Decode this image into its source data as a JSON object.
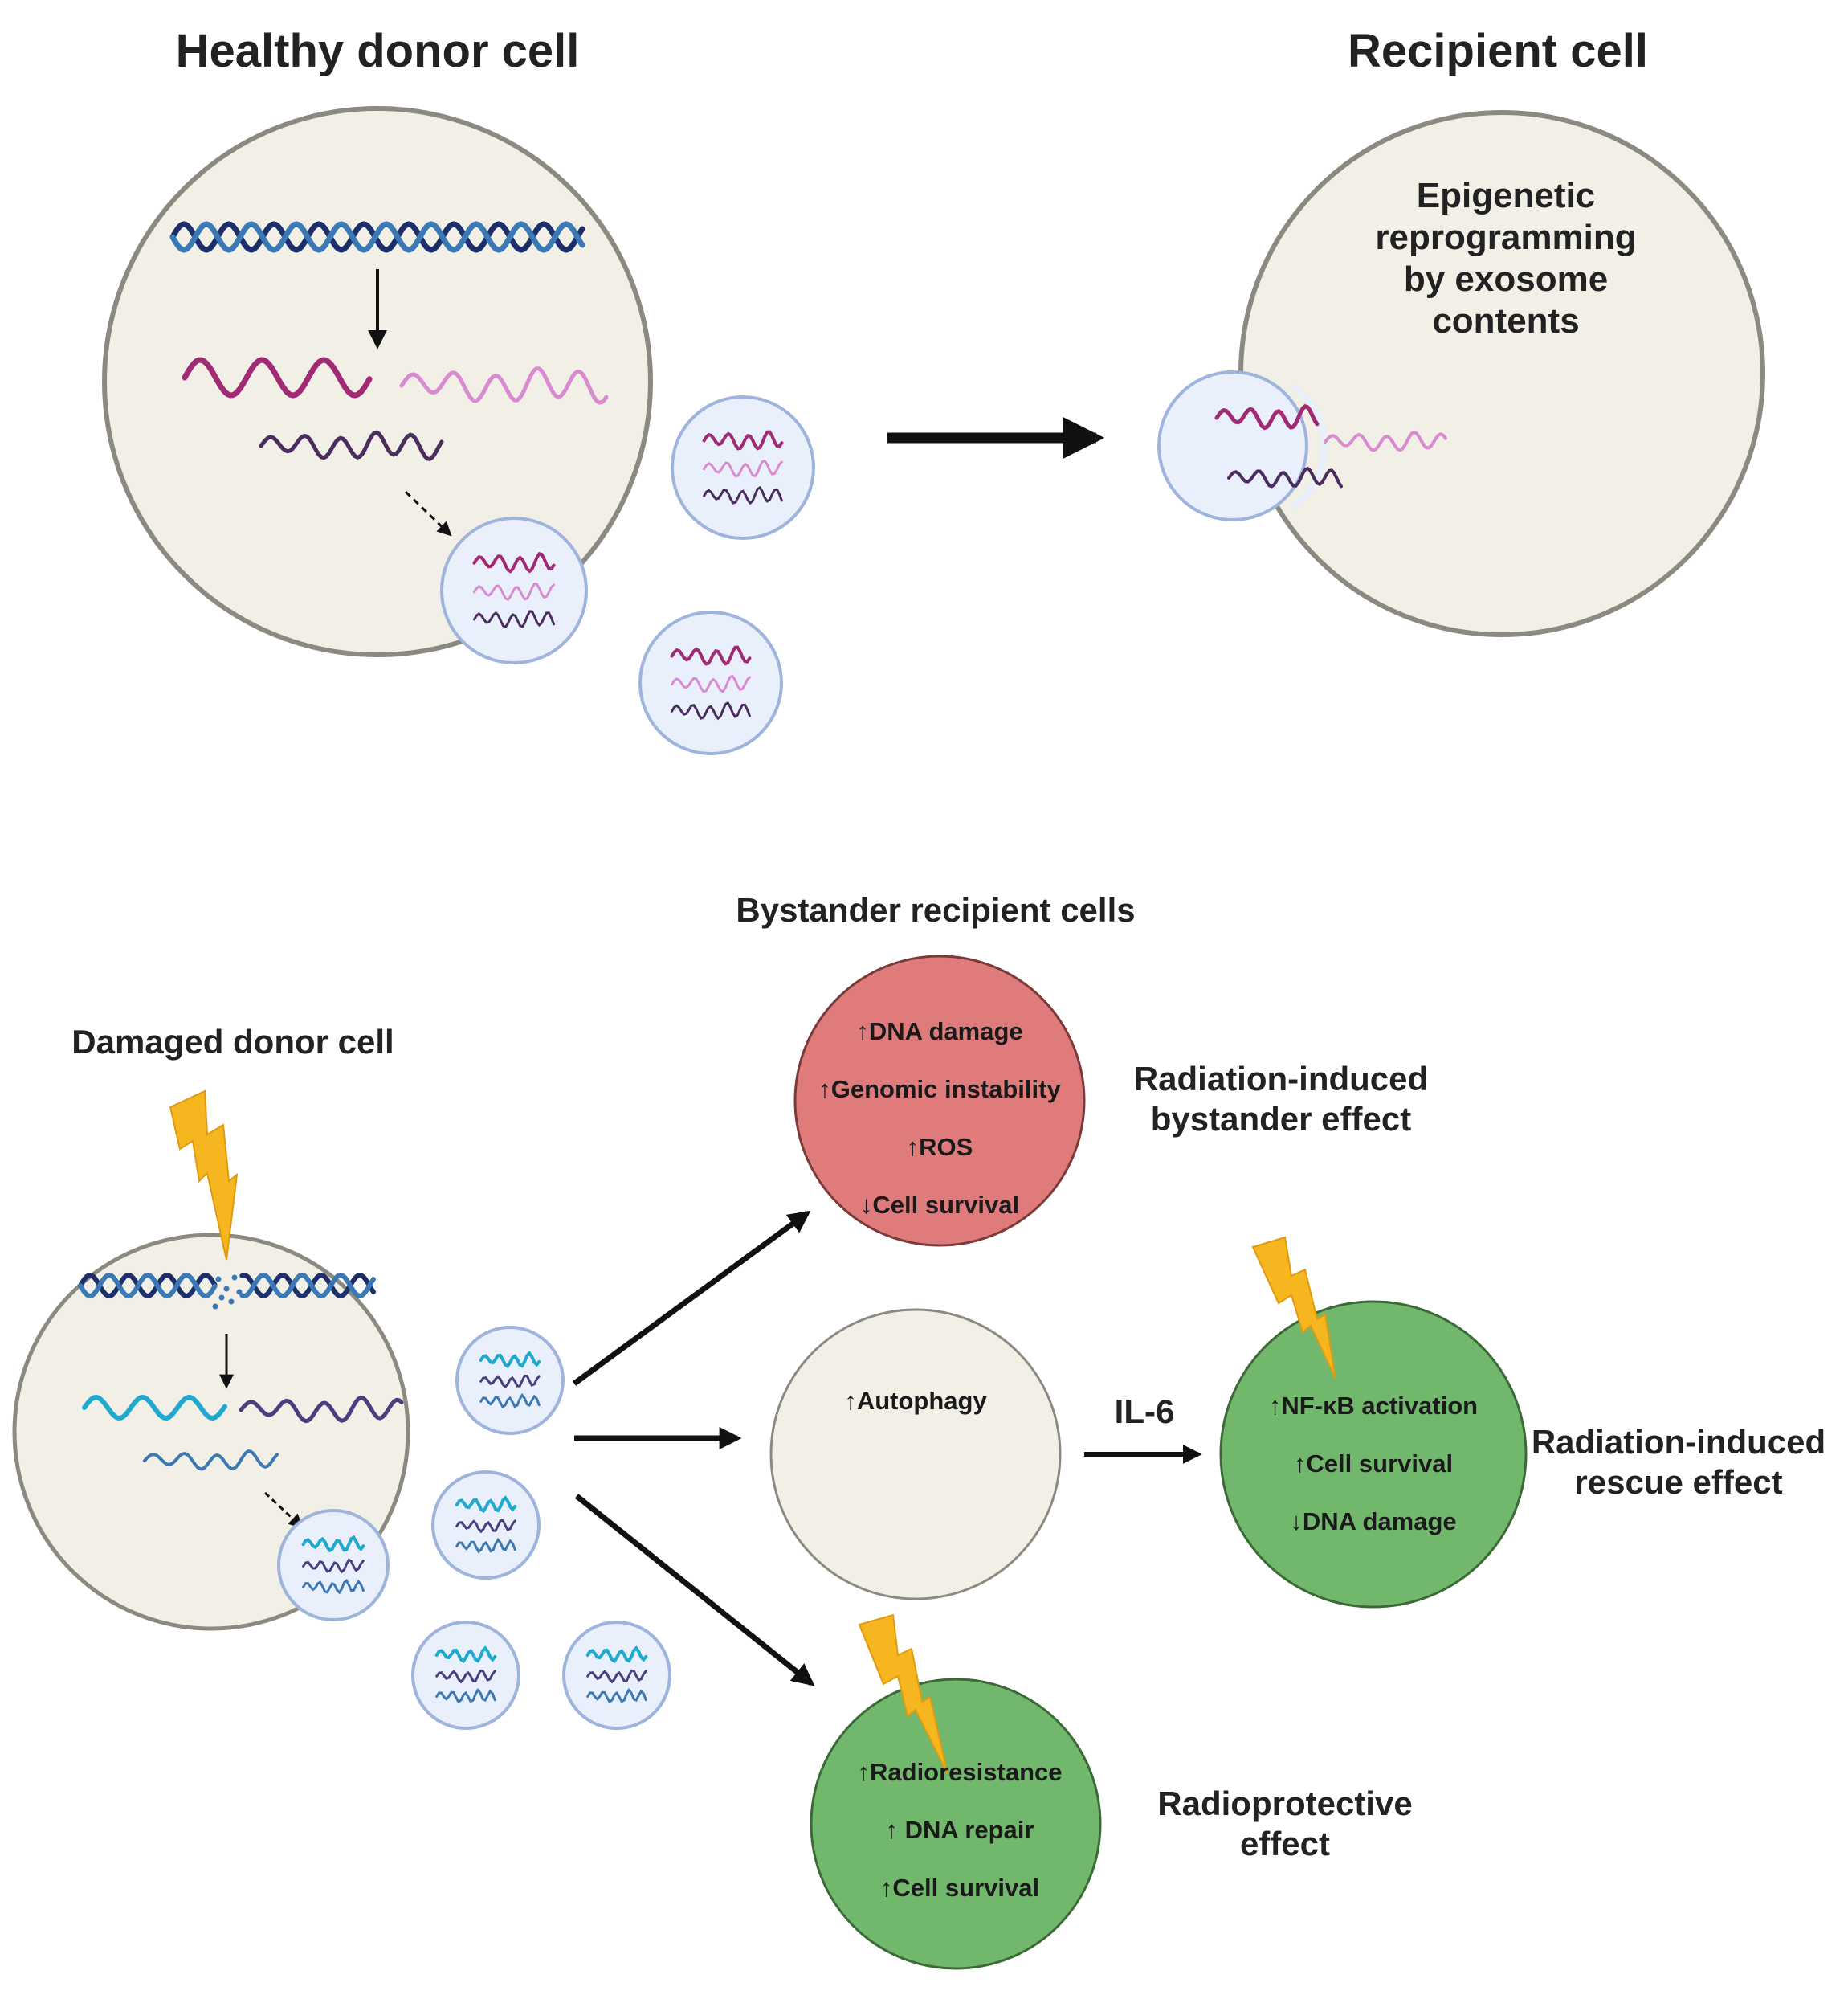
{
  "top": {
    "healthy_title": "Healthy donor cell",
    "recipient_title": "Recipient cell",
    "epigenetic_lines": [
      "Epigenetic",
      "reprogramming",
      "by exosome",
      "contents"
    ]
  },
  "bottom": {
    "bystander_title": "Bystander recipient cells",
    "damaged_title": "Damaged donor cell",
    "red_cell": [
      "↑DNA damage",
      "↑Genomic instability",
      "↑ROS",
      "↓Cell survival"
    ],
    "bystander_effect": [
      "Radiation-induced",
      "bystander effect"
    ],
    "autophagy": "↑Autophagy",
    "il6": "IL-6",
    "rescue_cell": [
      "↑NF-κB activation",
      "↑Cell survival",
      "↓DNA damage"
    ],
    "rescue_effect": [
      "Radiation-induced",
      "rescue effect"
    ],
    "radio_cell": [
      "↑Radioresistance",
      "↑ DNA repair",
      "↑Cell survival"
    ],
    "radio_effect": [
      "Radioprotective",
      "effect"
    ]
  },
  "colors": {
    "cell_fill": "#f1efe6",
    "cell_stroke": "#8c8a80",
    "exosome_fill": "#e9f0fb",
    "exosome_stroke": "#9fb4dd",
    "red_cell": "#e07b7b",
    "green_cell": "#72b86c",
    "bolt": "#f6b61f",
    "rna_magenta": "#a02a74",
    "rna_pink": "#d88bcf",
    "rna_purple": "#4a2d5e",
    "rna_cyan": "#1fa9cf",
    "rna_navy": "#4a3f7e",
    "dna_dark": "#1c2f6b",
    "dna_light": "#3b79b5"
  }
}
